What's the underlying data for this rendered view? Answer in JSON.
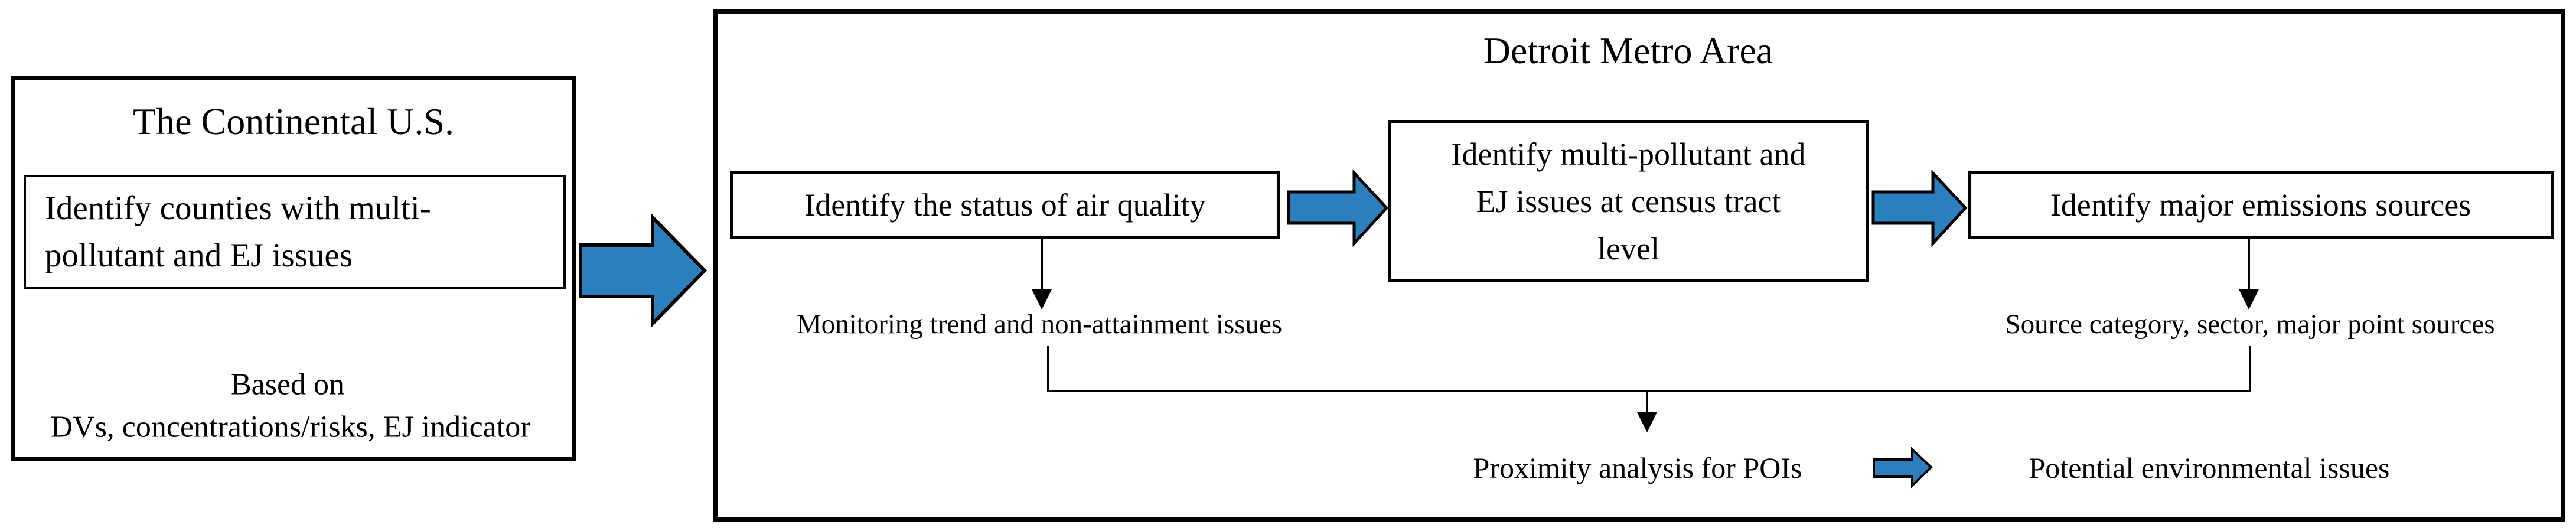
{
  "colors": {
    "accent": "#2B7FBE",
    "ink": "#000000"
  },
  "left_panel": {
    "title": "The Continental U.S.",
    "identify_box_lines": [
      "Identify counties with multi-",
      "pollutant and EJ issues"
    ],
    "caption_lines": [
      "Based on",
      "DVs, concentrations/risks, EJ indicator"
    ]
  },
  "detroit_panel": {
    "title": "Detroit Metro Area",
    "status_box": "Identify the status of air quality",
    "census_box_lines": [
      "Identify multi-pollutant and",
      "EJ issues at census tract",
      "level"
    ],
    "emissions_box": "Identify major emissions sources",
    "status_caption": "Monitoring trend and non-attainment issues",
    "emissions_caption": "Source category, sector, major point sources",
    "proximity_label": "Proximity analysis for POIs",
    "outcome_label": "Potential environmental issues"
  }
}
